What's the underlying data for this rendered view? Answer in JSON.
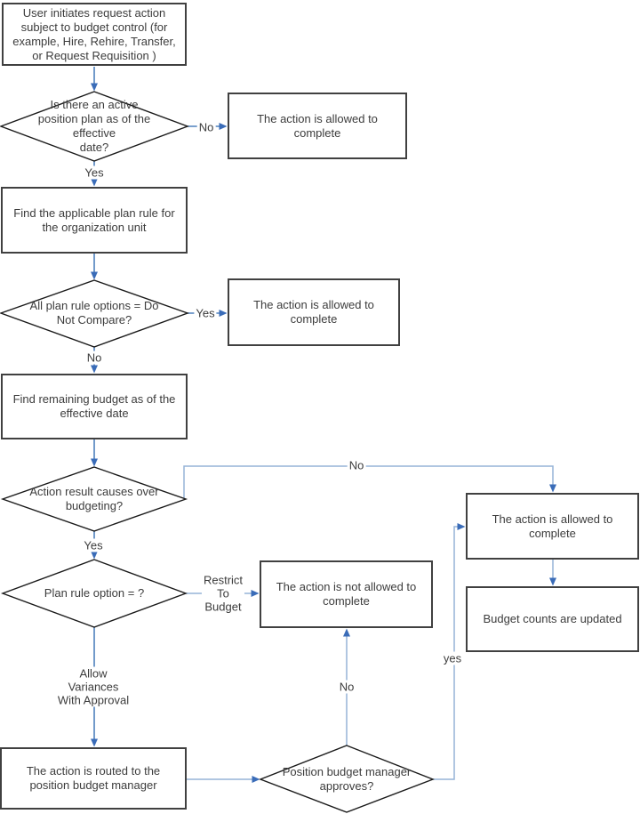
{
  "nodes": {
    "start": {
      "text": "User initiates request action\nsubject to budget control (for\nexample, Hire, Rehire, Transfer,\nor Request Requisition )"
    },
    "decision_active_plan": {
      "text": "Is there an active\nposition plan as of the\neffective\ndate?"
    },
    "allowed_top": {
      "text": "The action is allowed to\ncomplete"
    },
    "find_plan_rule": {
      "text": "Find the applicable plan rule for\nthe organization unit"
    },
    "decision_do_not_compare": {
      "text": "All plan rule options = Do\nNot Compare?"
    },
    "allowed_mid": {
      "text": "The action is allowed to\ncomplete"
    },
    "find_remaining_budget": {
      "text": "Find remaining budget as of the\neffective date"
    },
    "decision_over_budget": {
      "text": "Action result causes over\nbudgeting?"
    },
    "decision_plan_rule_option": {
      "text": "Plan rule option = ?"
    },
    "not_allowed": {
      "text": "The action is not allowed to\ncomplete"
    },
    "routed_to_manager": {
      "text": "The action is routed to the\nposition budget manager"
    },
    "decision_manager_approves": {
      "text": "Position budget manager\napproves?"
    },
    "allowed_right": {
      "text": "The action is allowed to\ncomplete"
    },
    "budget_counts_updated": {
      "text": "Budget counts are updated"
    }
  },
  "edge_labels": {
    "no_active_plan": "No",
    "yes_active_plan": "Yes",
    "yes_do_not_compare": "Yes",
    "no_do_not_compare": "No",
    "no_over_budget": "No",
    "yes_over_budget": "Yes",
    "restrict_to_budget": "Restrict\nTo\nBudget",
    "allow_variances": "Allow\nVariances\nWith Approval",
    "no_manager_approves": "No",
    "yes_manager_approves": "yes"
  },
  "colors": {
    "connector": "#95b3d7",
    "stem": "#4f81bd",
    "arrowhead": "#3a6cb8",
    "box_border": "#404040",
    "diamond_border": "#1a1a1a",
    "text": "#3c3c3c"
  }
}
